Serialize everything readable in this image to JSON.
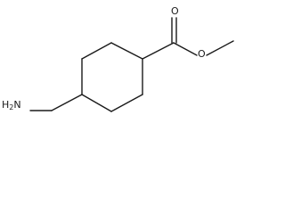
{
  "molecule": {
    "atoms": {
      "amine": {
        "element": "H",
        "count": "2",
        "element2": "N"
      },
      "carbonyl_oxygen": "O",
      "ester_oxygen": "O"
    }
  }
}
